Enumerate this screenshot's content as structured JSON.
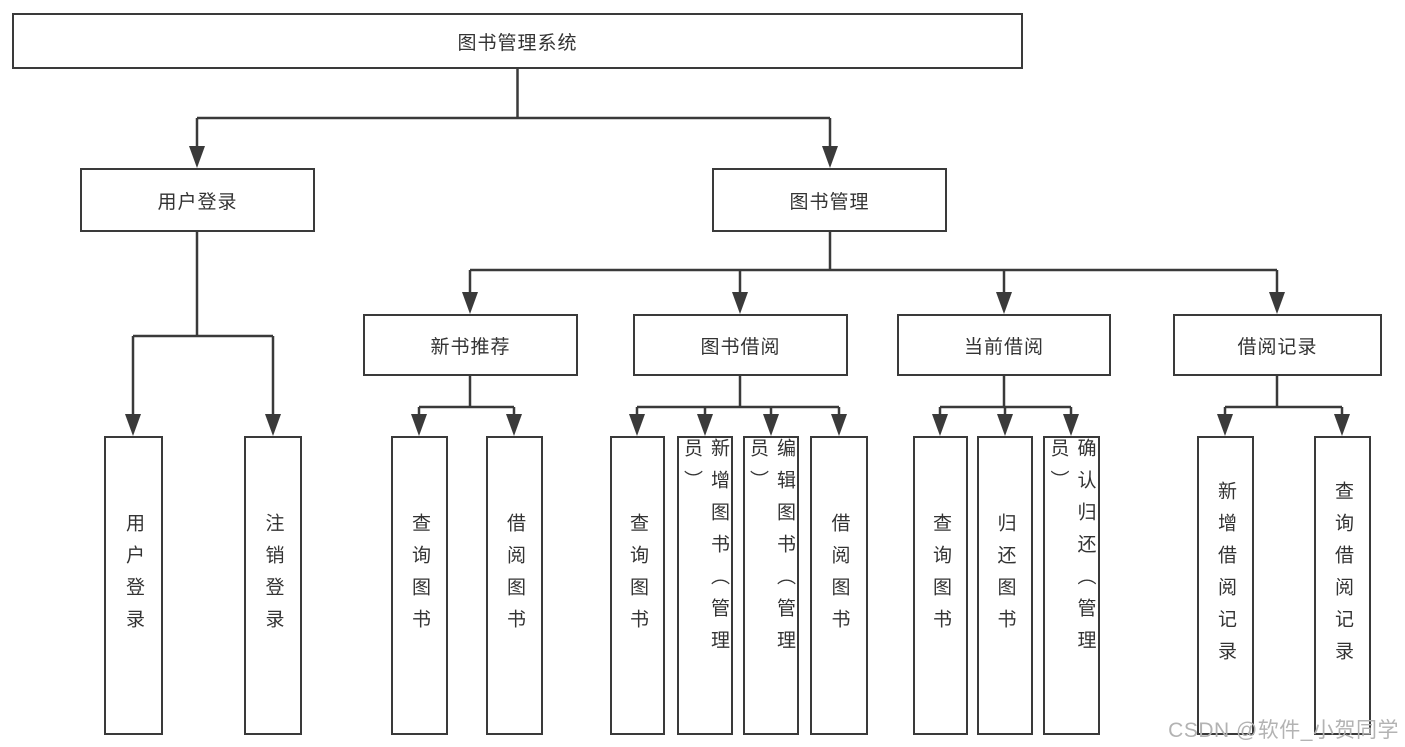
{
  "tree": {
    "root": {
      "label": "图书管理系统",
      "children": [
        {
          "label": "用户登录",
          "children": [
            {
              "label": "用户登录"
            },
            {
              "label": "注销登录"
            }
          ]
        },
        {
          "label": "图书管理",
          "children": [
            {
              "label": "新书推荐",
              "children": [
                {
                  "label": "查询图书"
                },
                {
                  "label": "借阅图书"
                }
              ]
            },
            {
              "label": "图书借阅",
              "children": [
                {
                  "label": "查询图书"
                },
                {
                  "label": "新增图书（管理员）"
                },
                {
                  "label": "编辑图书（管理员）"
                },
                {
                  "label": "借阅图书"
                }
              ]
            },
            {
              "label": "当前借阅",
              "children": [
                {
                  "label": "查询图书"
                },
                {
                  "label": "归还图书"
                },
                {
                  "label": "确认归还（管理员）"
                }
              ]
            },
            {
              "label": "借阅记录",
              "children": [
                {
                  "label": "新增借阅记录"
                },
                {
                  "label": "查询借阅记录"
                }
              ]
            }
          ]
        }
      ]
    }
  },
  "watermark": {
    "text": "CSDN @软件_小贺同学"
  },
  "colors": {
    "line": "#3a3a3a",
    "ink": "#333333",
    "watermark": "#b3b3b3",
    "background": "#ffffff"
  }
}
